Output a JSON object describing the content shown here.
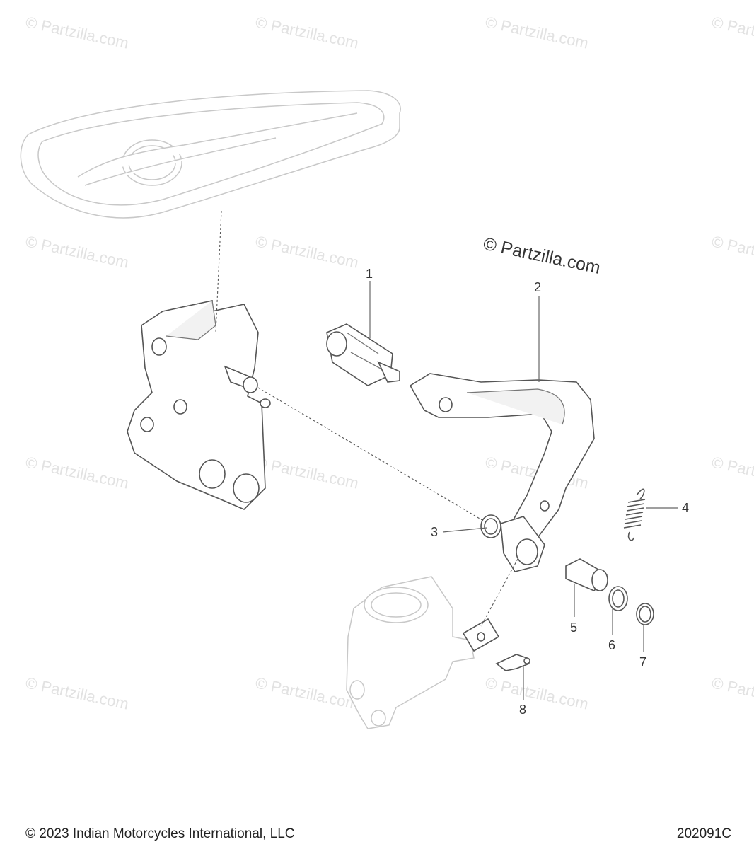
{
  "watermark": "© Partzilla.com",
  "center_watermark": "© Partzilla.com",
  "callouts": [
    "1",
    "2",
    "3",
    "4",
    "5",
    "6",
    "7",
    "8"
  ],
  "footer": {
    "copyright": "© 2023 Indian Motorcycles International, LLC",
    "diagram_code": "202091C"
  }
}
